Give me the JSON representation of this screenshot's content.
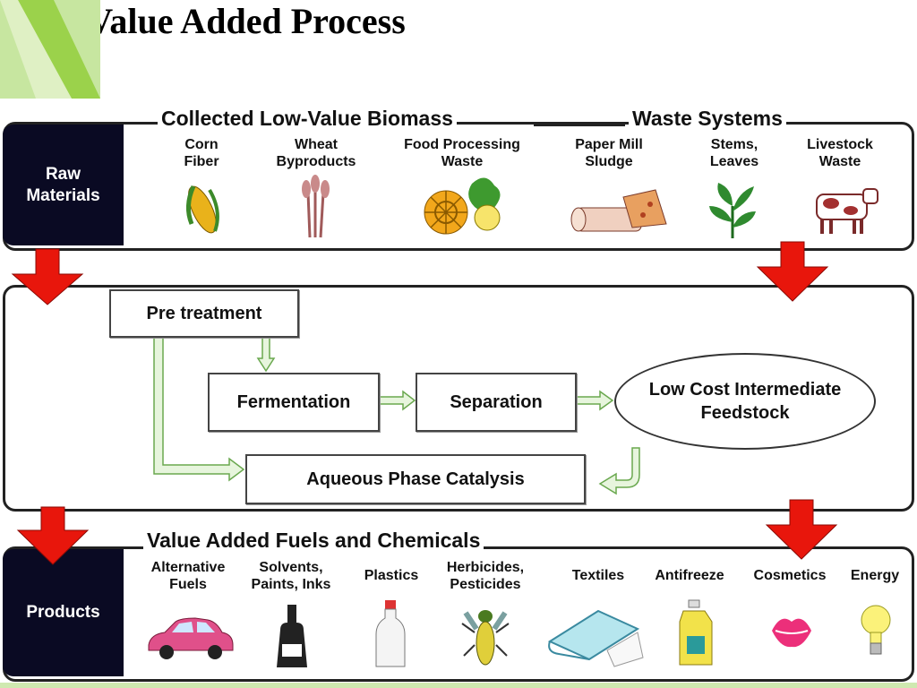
{
  "title": "Value Added Process",
  "raw_materials": {
    "side_label": "Raw Materials",
    "headings": [
      "Collected Low-Value Biomass",
      "Waste Systems"
    ],
    "items": [
      {
        "label": "Corn Fiber",
        "icon": "corn-icon"
      },
      {
        "label": "Wheat Byproducts",
        "icon": "wheat-icon"
      },
      {
        "label": "Food Processing Waste",
        "icon": "produce-icon"
      },
      {
        "label": "Paper Mill Sludge",
        "icon": "log-icon"
      },
      {
        "label": "Stems, Leaves",
        "icon": "leaves-icon"
      },
      {
        "label": "Livestock Waste",
        "icon": "cow-icon"
      }
    ]
  },
  "process": {
    "steps": {
      "pretreatment": "Pre treatment",
      "fermentation": "Fermentation",
      "separation": "Separation",
      "intermediate": "Low Cost Intermediate Feedstock",
      "catalysis": "Aqueous Phase Catalysis"
    }
  },
  "products": {
    "side_label": "Products",
    "heading": "Value Added Fuels and Chemicals",
    "items": [
      {
        "label": "Alternative Fuels",
        "icon": "car-icon"
      },
      {
        "label": "Solvents, Paints, Inks",
        "icon": "ink-bottle-icon"
      },
      {
        "label": "Plastics",
        "icon": "bottle-icon"
      },
      {
        "label": "Herbicides, Pesticides",
        "icon": "insect-icon"
      },
      {
        "label": "Textiles",
        "icon": "fabric-icon"
      },
      {
        "label": "Antifreeze",
        "icon": "jug-icon"
      },
      {
        "label": "Cosmetics",
        "icon": "lips-icon"
      },
      {
        "label": "Energy",
        "icon": "lightbulb-icon"
      }
    ]
  },
  "colors": {
    "arrow_red": "#e8160c",
    "process_arrow_green": "#a8d890",
    "panel_dark": "#0a0a23",
    "slide_green": "#9bd24b"
  }
}
